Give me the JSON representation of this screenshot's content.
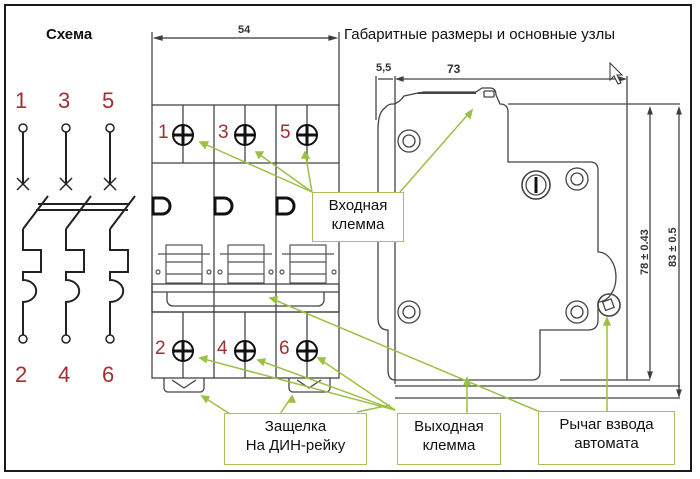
{
  "titles": {
    "schema": "Схема",
    "dimensions": "Габаритные размеры и основные узлы"
  },
  "dimensions": {
    "width_front": "54",
    "side_offset": "5,5",
    "depth": "73",
    "height_inner": "78 ± 0.43",
    "height_outer": "83 ± 0.5"
  },
  "schematic_terminals": {
    "top": [
      "1",
      "3",
      "5"
    ],
    "bottom": [
      "2",
      "4",
      "6"
    ]
  },
  "front_terminals": {
    "top": [
      "1",
      "3",
      "5"
    ],
    "bottom": [
      "2",
      "4",
      "6"
    ]
  },
  "callouts": {
    "input_terminal": [
      "Входная",
      "клемма"
    ],
    "din_latch": [
      "Защелка",
      "На ДИН-рейку"
    ],
    "output_terminal": [
      "Выходная",
      "клемма"
    ],
    "cocking_lever": [
      "Рычаг взвода",
      "автомата"
    ]
  },
  "colors": {
    "leader": "#9cc043",
    "terminal_number": "#a03030",
    "outline": "#333333",
    "callout_border": "#a8c060"
  }
}
